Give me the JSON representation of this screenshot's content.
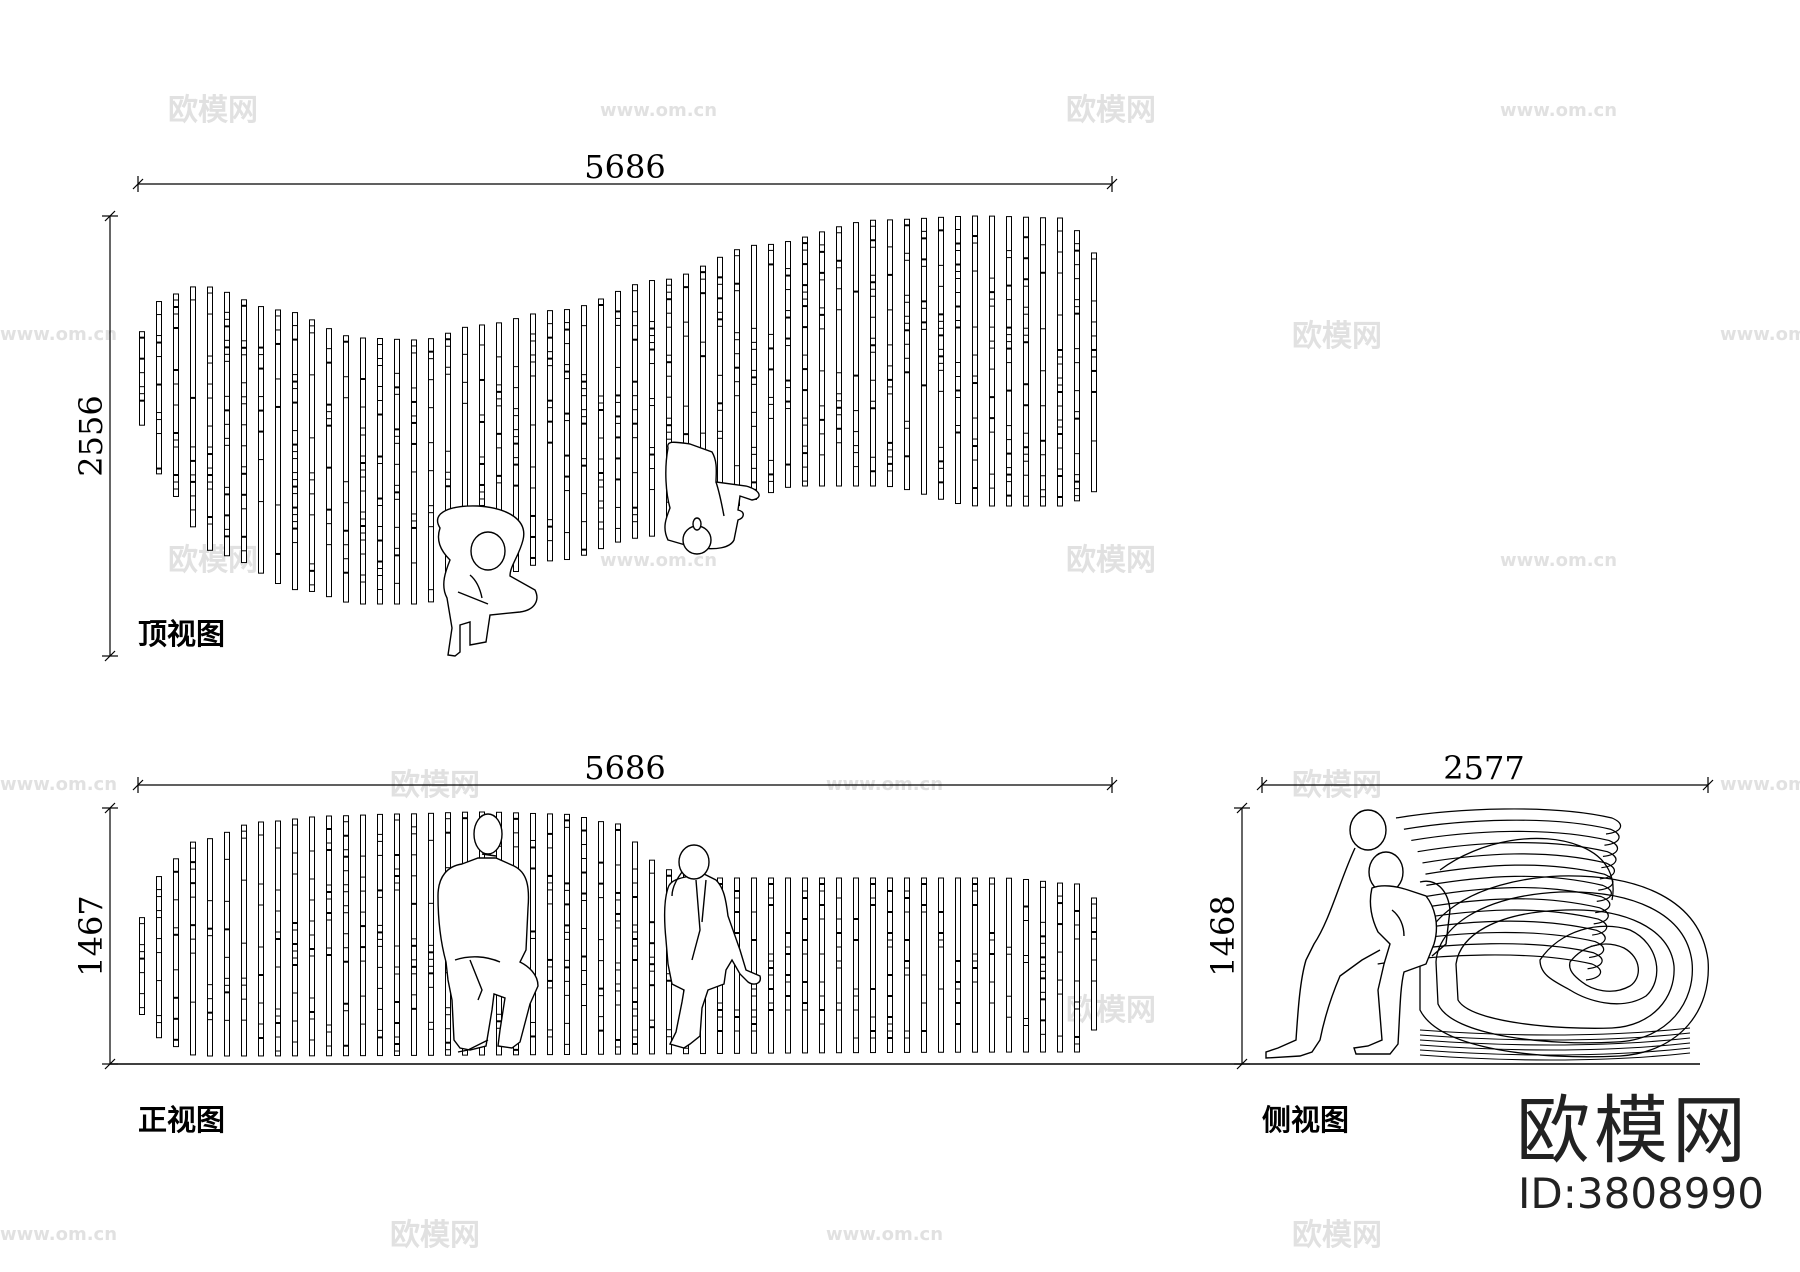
{
  "dimensions": {
    "top_width": "5686",
    "top_height": "2556",
    "front_width": "5686",
    "front_height": "1467",
    "side_width": "2577",
    "side_height": "1468"
  },
  "labels": {
    "top_view": "顶视图",
    "front_view": "正视图",
    "side_view": "侧视图"
  },
  "watermark": {
    "logo_text": "欧模网",
    "url_text": "www.om.cn"
  },
  "brand": {
    "name": "欧模网",
    "id": "ID:3808990"
  },
  "colors": {
    "line": "#000000",
    "watermark": "#c9c9c9"
  }
}
